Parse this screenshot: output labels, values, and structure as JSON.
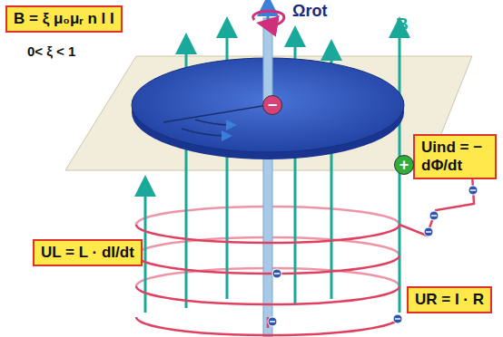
{
  "diagram": {
    "nodes": [
      {
        "text": [
          "B = ξ μ₀μᵣ n l I"
        ]
      },
      {
        "text": [
          "−"
        ]
      },
      {
        "text": [
          "Uind = − dΦ/dt"
        ]
      },
      {
        "text": [
          "+"
        ]
      },
      {
        "text": [
          "UL = L · dI/dt"
        ]
      },
      {
        "text": [
          "UR = I · R"
        ]
      }
    ],
    "labels": [
      "0< ξ < 1",
      "Ωrot",
      "B"
    ]
  }
}
